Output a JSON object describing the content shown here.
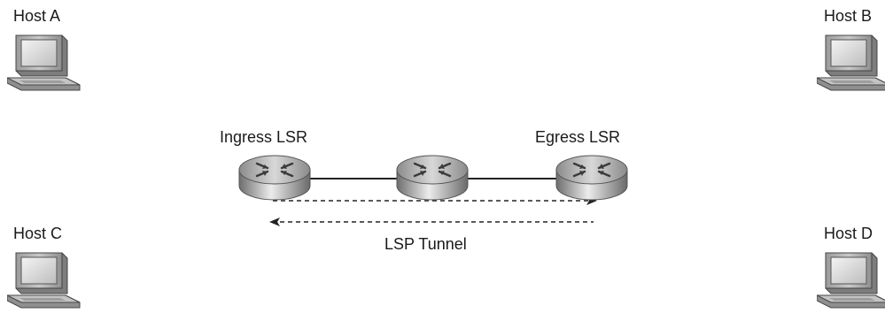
{
  "hosts": {
    "a": {
      "label": "Host A"
    },
    "b": {
      "label": "Host B"
    },
    "c": {
      "label": "Host C"
    },
    "d": {
      "label": "Host D"
    }
  },
  "routers": {
    "ingress": {
      "label": "Ingress LSR"
    },
    "egress": {
      "label": "Egress LSR"
    }
  },
  "tunnel": {
    "label": "LSP Tunnel"
  }
}
